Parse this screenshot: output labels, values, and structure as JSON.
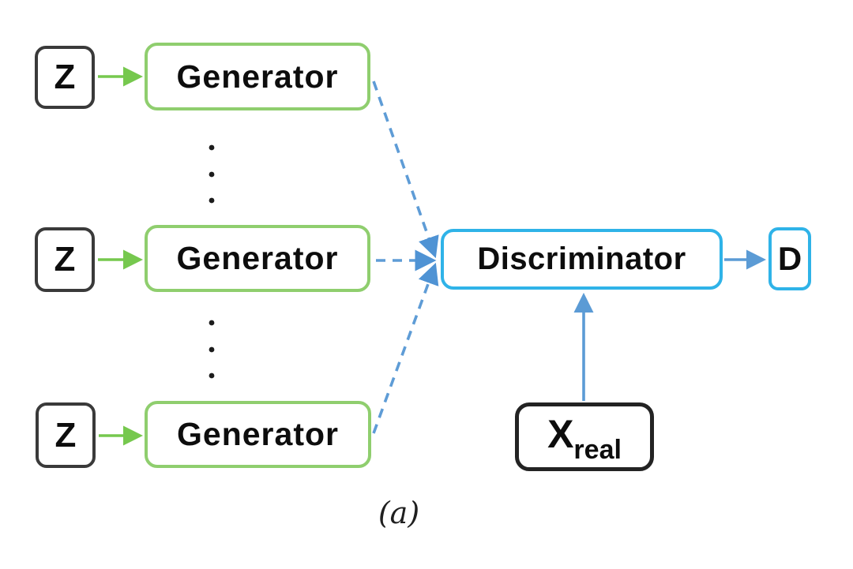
{
  "diagram": {
    "caption": "(a)",
    "colors": {
      "generator_border_green": "#8fce6e",
      "green_arrow": "#76c84e",
      "discriminator_border_cyan": "#2fb3e8",
      "solid_blue_arrow": "#5b9bd5",
      "dashed_blue_arrow": "#5e9cd6",
      "z_box_border": "#3a3a3a",
      "xreal_box_border": "#232323",
      "text_color": "#0d0d0d"
    },
    "nodes": {
      "z1": {
        "label": "Z"
      },
      "z2": {
        "label": "Z"
      },
      "z3": {
        "label": "Z"
      },
      "gen1": {
        "label": "Generator"
      },
      "gen2": {
        "label": "Generator"
      },
      "gen3": {
        "label": "Generator"
      },
      "discriminator": {
        "label": "Discriminator"
      },
      "d_output": {
        "label": "D"
      },
      "x_real": {
        "label_main": "X",
        "label_sub": "real"
      }
    }
  }
}
